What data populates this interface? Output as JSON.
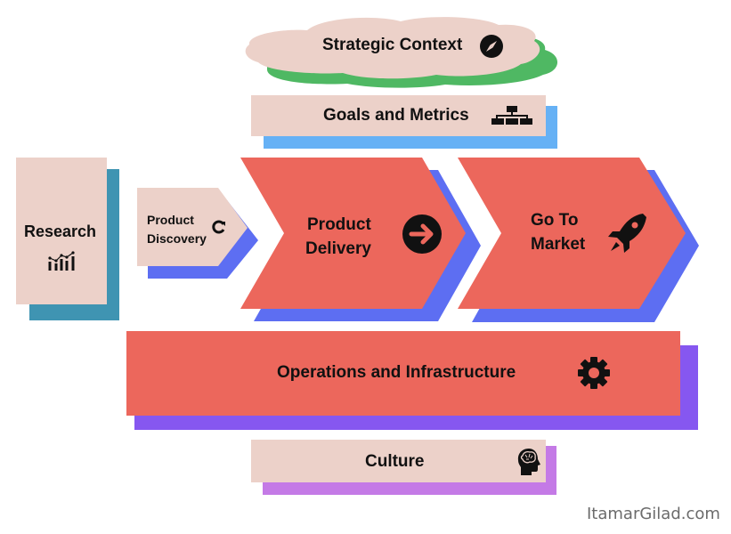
{
  "diagram": {
    "colors": {
      "peach": "#ecd1c9",
      "coral": "#ec675c",
      "green_shadow": "#4fb863",
      "blue_shadow": "#66b1f5",
      "teal_shadow": "#3f94b2",
      "indigo_shadow": "#5d6ef2",
      "purple_shadow": "#8657f0",
      "lavender_shadow": "#c47ae6",
      "text": "#111111",
      "watermark": "#6b6b6b"
    },
    "strategic_context": {
      "label": "Strategic Context",
      "icon": "compass-icon"
    },
    "goals_metrics": {
      "label": "Goals and Metrics",
      "icon": "org-chart-icon"
    },
    "research": {
      "label": "Research",
      "icon": "bar-chart-icon"
    },
    "product_discovery": {
      "line1": "Product",
      "line2": "Discovery",
      "icon": "refresh-icon"
    },
    "product_delivery": {
      "line1": "Product",
      "line2": "Delivery",
      "icon": "arrow-right-circle-icon"
    },
    "go_to_market": {
      "line1": "Go To",
      "line2": "Market",
      "icon": "rocket-icon"
    },
    "operations": {
      "label": "Operations and Infrastructure",
      "icon": "gear-icon"
    },
    "culture": {
      "label": "Culture",
      "icon": "brain-head-icon"
    },
    "watermark": "ItamarGilad.com"
  }
}
